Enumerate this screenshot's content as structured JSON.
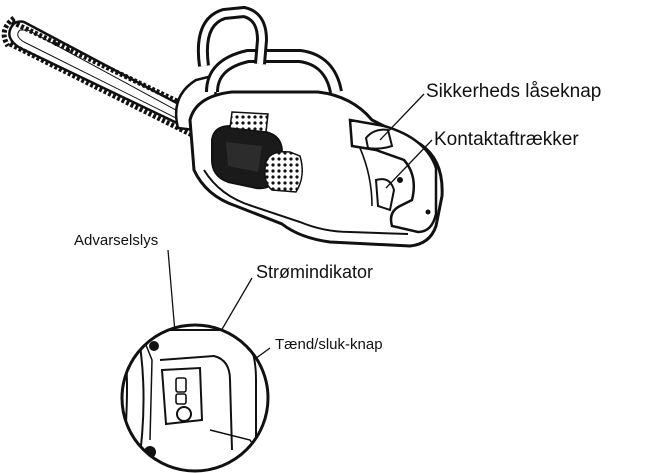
{
  "labels": {
    "safety_lock": "Sikkerheds låseknap",
    "trigger": "Kontaktaftrækker",
    "warning_light": "Advarselslys",
    "power_indicator": "Strømindikator",
    "on_off_button": "Tænd/sluk-knap"
  },
  "colors": {
    "line": "#111111",
    "fill_dark": "#1a1a1a",
    "fill_light": "#ffffff"
  }
}
